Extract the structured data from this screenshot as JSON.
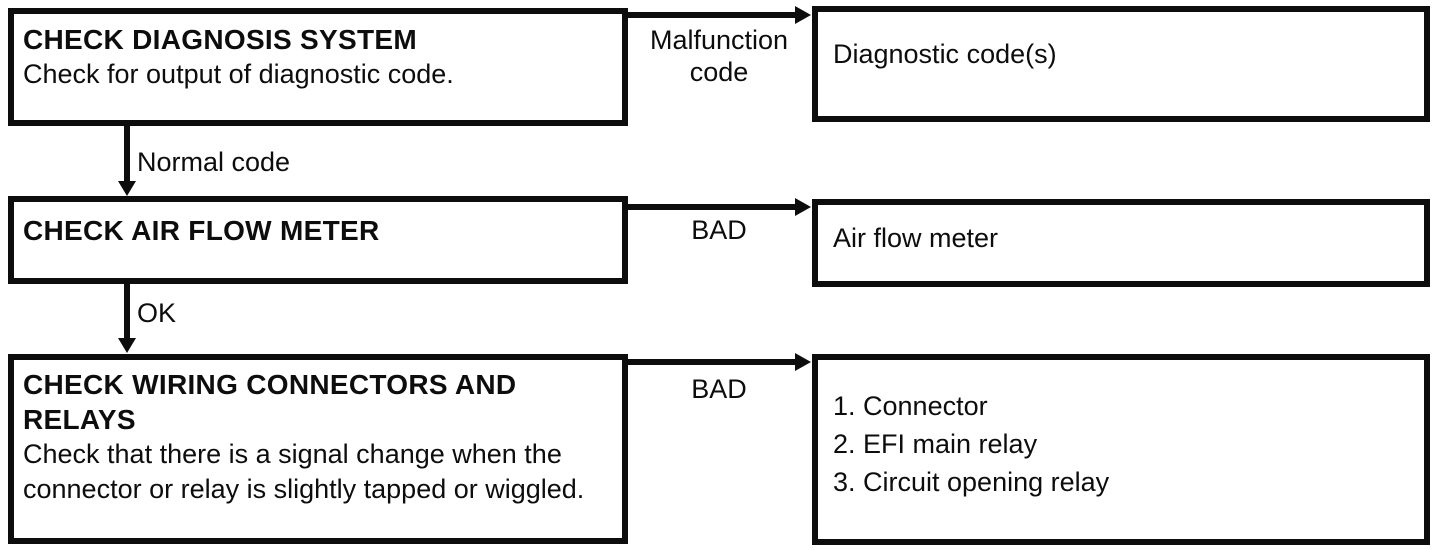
{
  "colors": {
    "ink": "#0d0d0d",
    "paper": "#ffffff"
  },
  "flowchart": {
    "nodes": {
      "check_diagnosis": {
        "title": "CHECK DIAGNOSIS SYSTEM",
        "body": "Check for output of diagnostic code."
      },
      "diagnostic_codes": {
        "body": "Diagnostic code(s)"
      },
      "check_air_flow": {
        "title": "CHECK AIR FLOW METER"
      },
      "air_flow_meter": {
        "body": "Air flow meter"
      },
      "check_wiring": {
        "title": "CHECK WIRING CONNECTORS AND RELAYS",
        "body": "Check that there is a signal change when the connector or relay is slightly tapped or wiggled."
      },
      "wiring_faults": {
        "items": [
          "1. Connector",
          "2. EFI main relay",
          "3. Circuit opening relay"
        ]
      }
    },
    "edges": {
      "malfunction_code": "Malfunction code",
      "normal_code": "Normal code",
      "bad_air_flow": "BAD",
      "ok": "OK",
      "bad_wiring": "BAD"
    }
  }
}
